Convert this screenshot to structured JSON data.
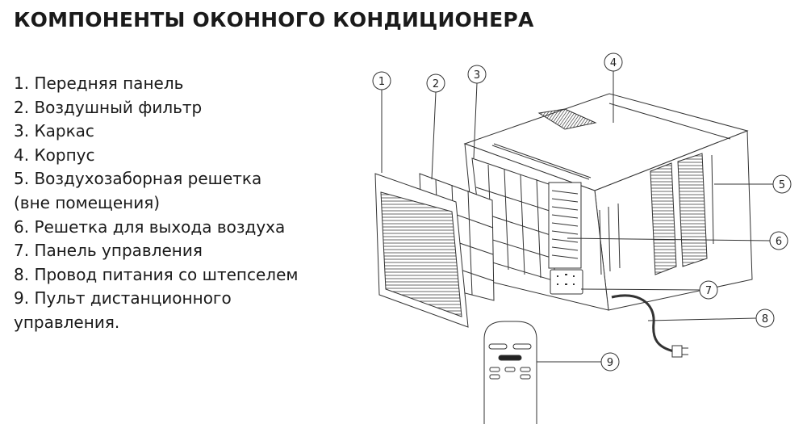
{
  "title": "КОМПОНЕНТЫ ОКОННОГО КОНДИЦИОНЕРА",
  "components": [
    {
      "text": "1. Передняя панель"
    },
    {
      "text": "2. Воздушный фильтр"
    },
    {
      "text": "3. Каркас"
    },
    {
      "text": "4. Корпус"
    },
    {
      "text": "5. Воздухозаборная решетка"
    },
    {
      "text": "(вне помещения)"
    },
    {
      "text": "6. Решетка для выхода воздуха"
    },
    {
      "text": "7. Панель управления"
    },
    {
      "text": "8. Провод питания со штепселем"
    },
    {
      "text": "9. Пульт дистанционного"
    },
    {
      "text": "управления."
    }
  ],
  "callouts": [
    "1",
    "2",
    "3",
    "4",
    "5",
    "6",
    "7",
    "8",
    "9"
  ]
}
